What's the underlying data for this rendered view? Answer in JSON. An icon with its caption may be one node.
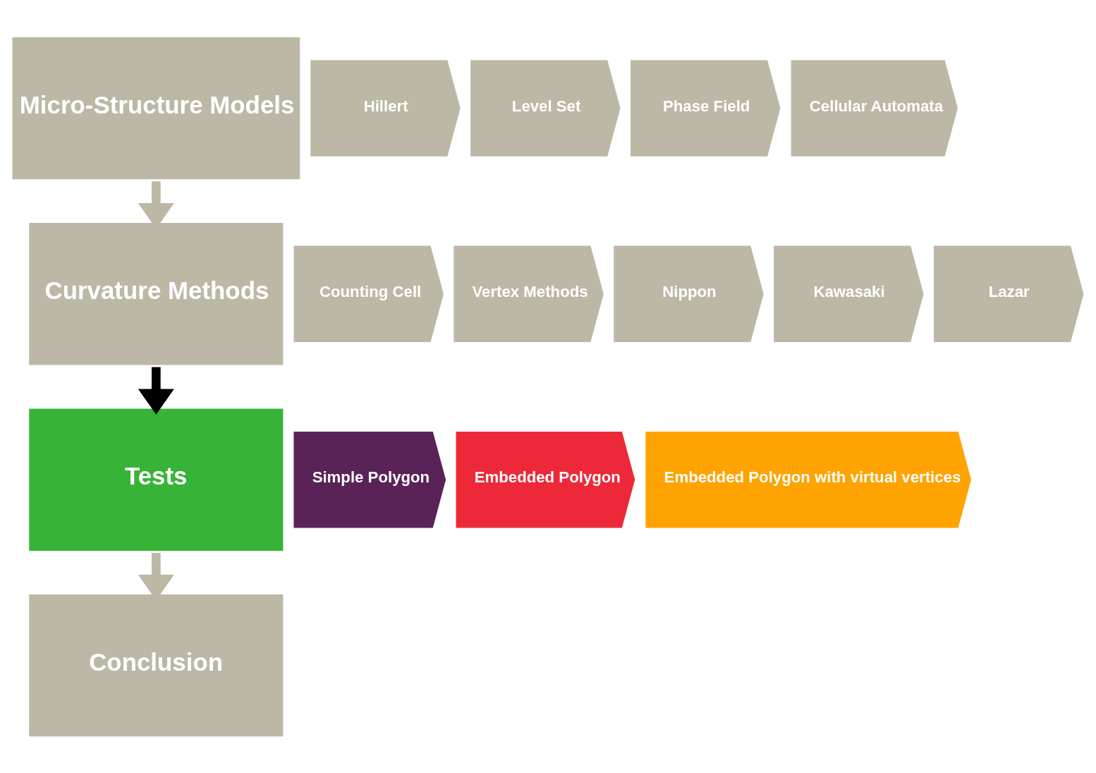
{
  "diagram": {
    "nodes": [
      {
        "text": [
          "Micro-Structure Models"
        ]
      },
      {
        "text": [
          "Curvature Methods"
        ]
      },
      {
        "text": [
          "Tests"
        ]
      },
      {
        "text": [
          "Conclusion"
        ]
      },
      {
        "text": [
          "Hillert"
        ]
      },
      {
        "text": [
          "Level Set"
        ]
      },
      {
        "text": [
          "Phase Field"
        ]
      },
      {
        "text": [
          "Cellular Automata"
        ]
      },
      {
        "text": [
          "Counting Cell"
        ]
      },
      {
        "text": [
          "Vertex Methods"
        ]
      },
      {
        "text": [
          "Nippon"
        ]
      },
      {
        "text": [
          "Kawasaki"
        ]
      },
      {
        "text": [
          "Lazar"
        ]
      },
      {
        "text": [
          "Simple Polygon"
        ]
      },
      {
        "text": [
          "Embedded Polygon"
        ]
      },
      {
        "text": [
          "Embedded Polygon with virtual vertices"
        ]
      }
    ],
    "edges": [
      {
        "from": 0,
        "to": 1,
        "arrow": "to"
      },
      {
        "from": 1,
        "to": 2,
        "arrow": "to",
        "color": "#000000"
      },
      {
        "from": 2,
        "to": 3,
        "arrow": "to"
      }
    ]
  }
}
